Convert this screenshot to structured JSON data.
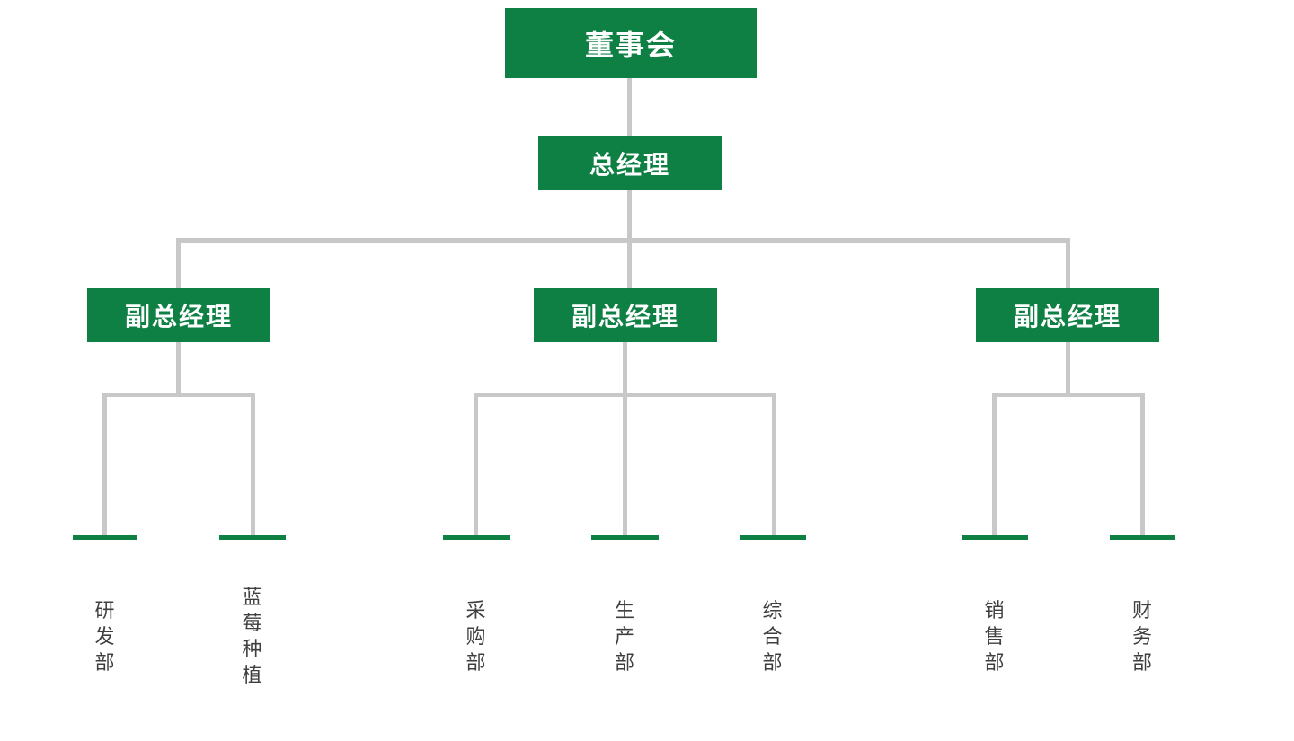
{
  "page": {
    "background": "#ffffff"
  },
  "colors": {
    "node_green": "#0e8044",
    "connector_gray": "#c8c8c8",
    "node_text": "#ffffff",
    "leaf_text": "#3f3f3f"
  },
  "chart": {
    "type": "org-chart",
    "root": "董事会",
    "general_manager": "总经理",
    "branches": [
      {
        "manager": "副总经理",
        "departments": [
          "研发部",
          "蓝莓种植"
        ]
      },
      {
        "manager": "副总经理",
        "departments": [
          "采购部",
          "生产部",
          "综合部"
        ]
      },
      {
        "manager": "副总经理",
        "departments": [
          "销售部",
          "财务部"
        ]
      }
    ]
  }
}
